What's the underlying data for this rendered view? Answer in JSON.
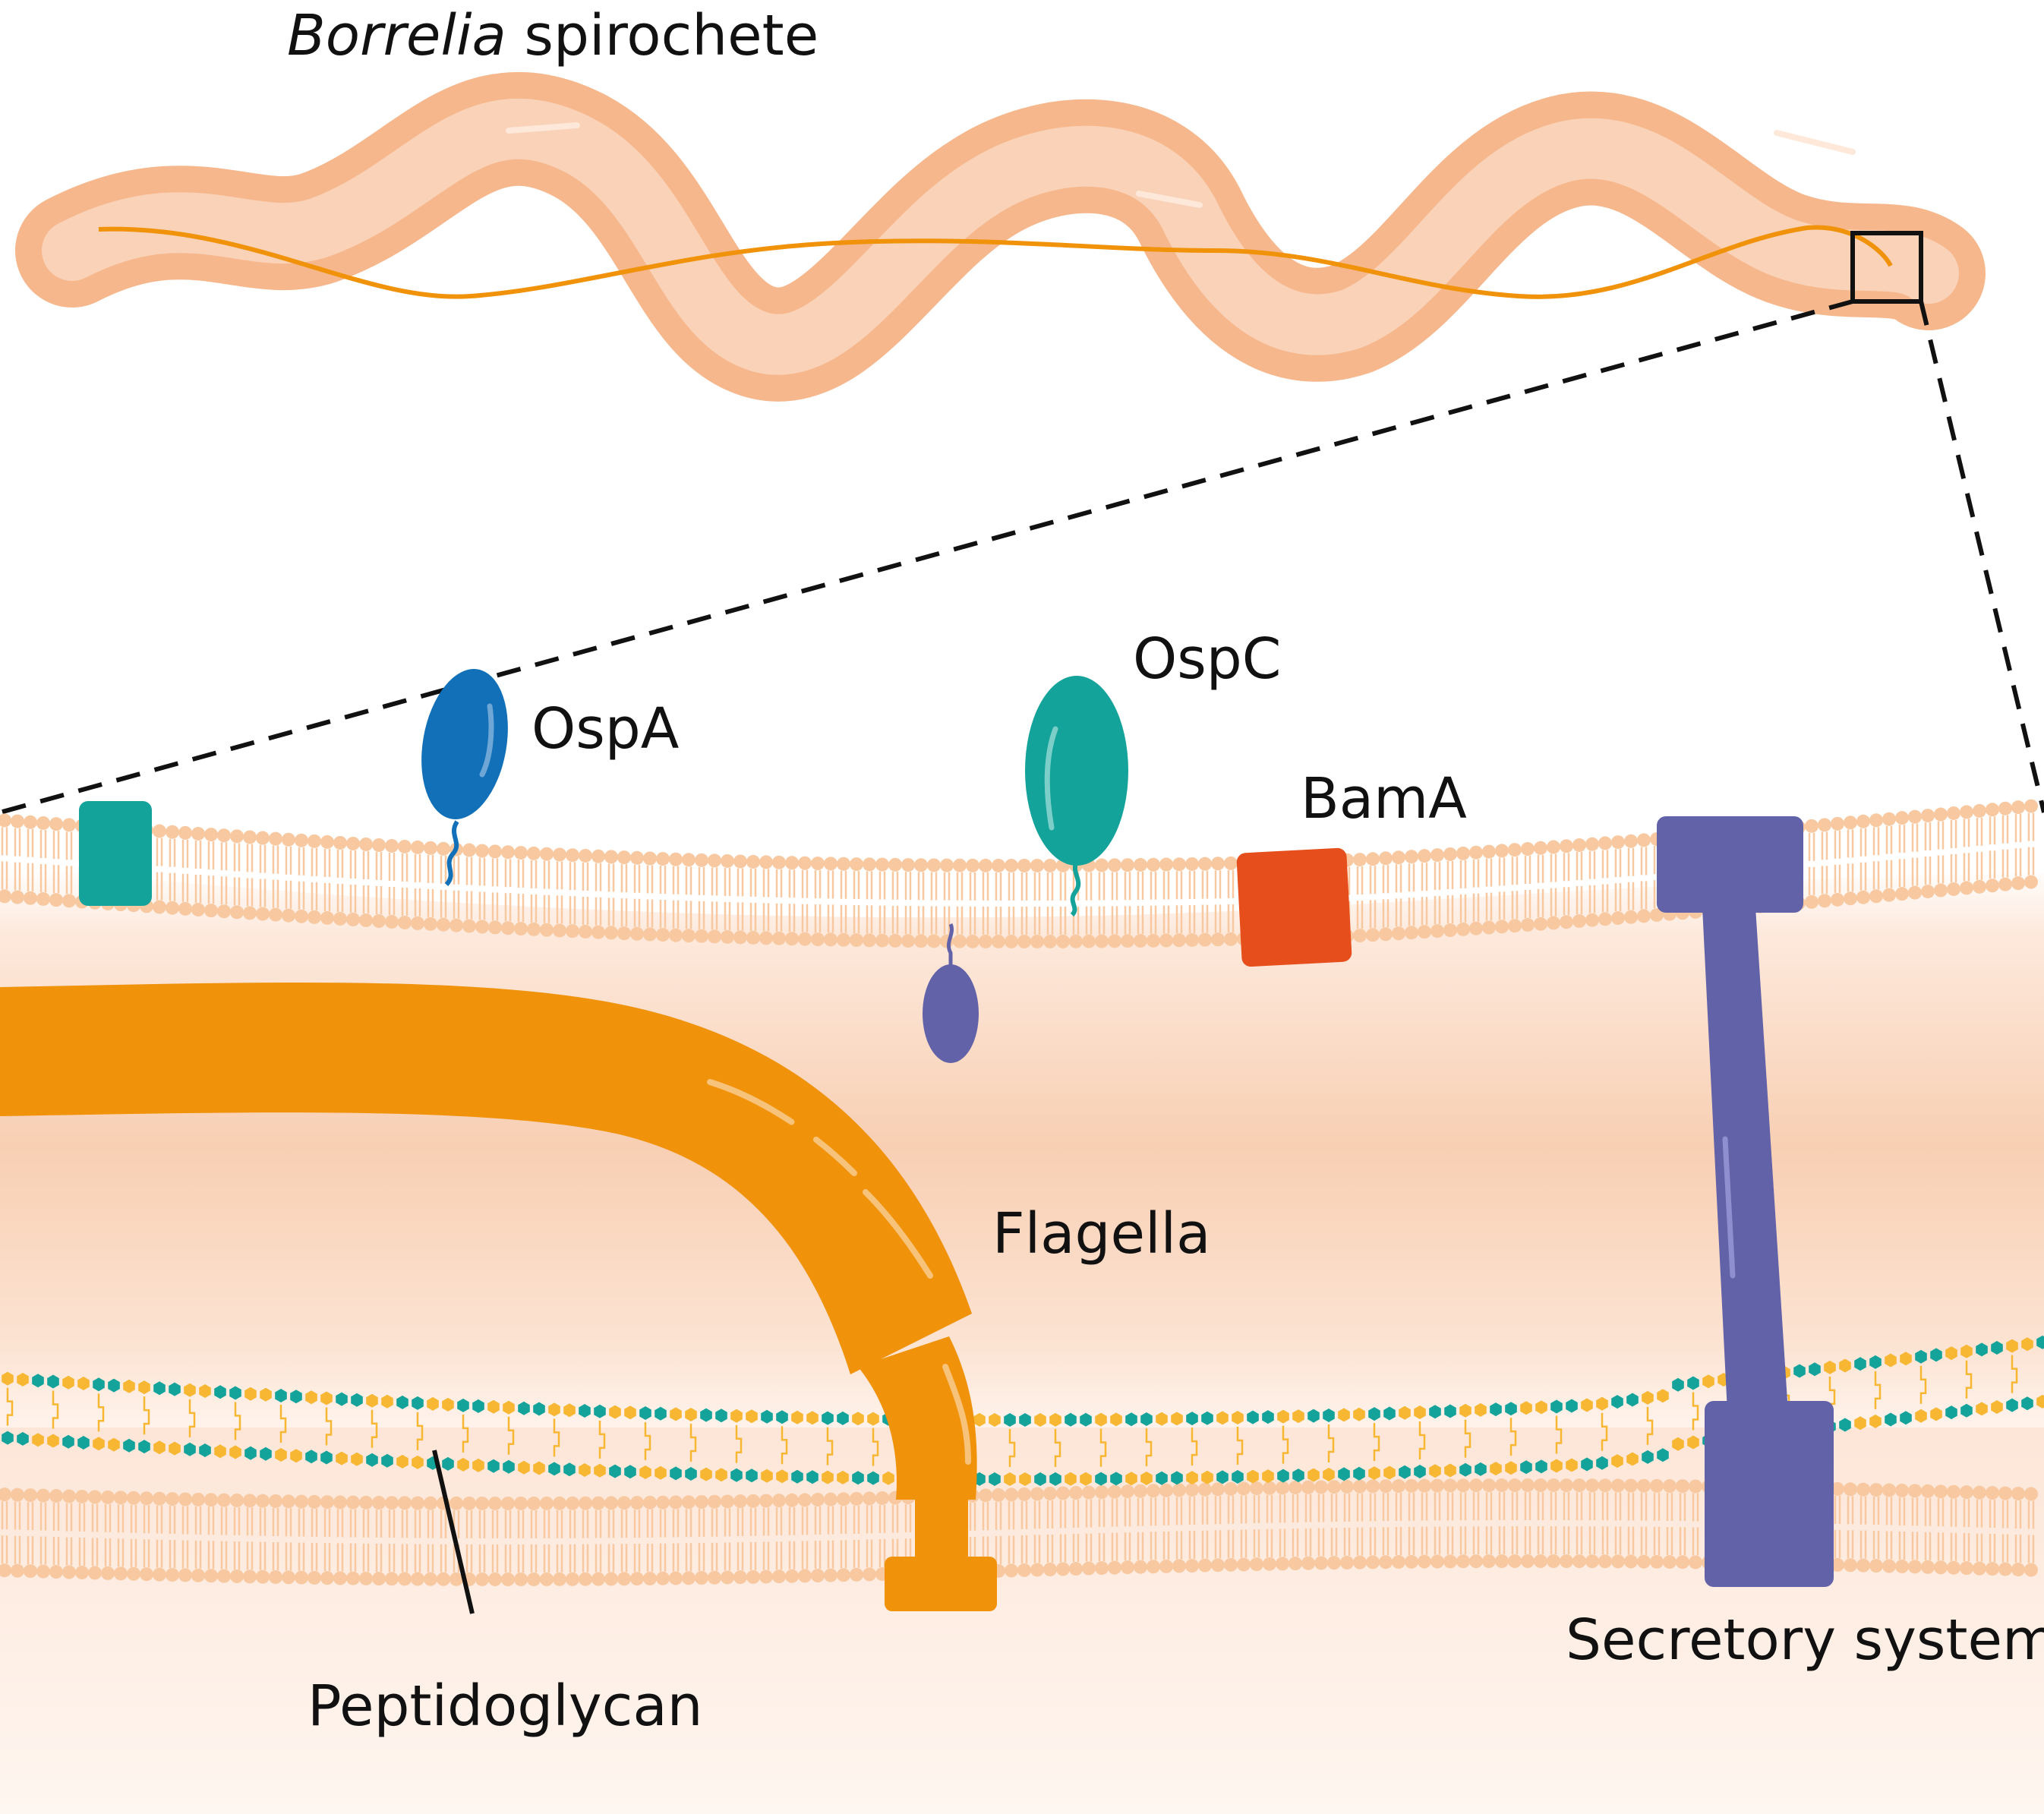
{
  "title": {
    "italic": "Borrelia",
    "rest": " spirochete"
  },
  "labels": {
    "ospa": "OspA",
    "ospc": "OspC",
    "bama": "BamA",
    "flagella": "Flagella",
    "peptidoglycan": "Peptidoglycan",
    "secretory": "Secretory system"
  },
  "colors": {
    "spirochete_outer": "#f6b78c",
    "spirochete_inner": "#f9d2b7",
    "flagellum": "#f0920a",
    "membrane": "#f8c9a1",
    "periplasm_band": "#f9cfb1",
    "ospa": "#1170b8",
    "ospc": "#14a39a",
    "teal_protein": "#14a39a",
    "bama": "#e64e1c",
    "secretory": "#6262a9",
    "small_protein": "#6262a9",
    "pg_teal": "#14a39a",
    "pg_yellow": "#f7b733",
    "zoom_lines": "#111111"
  }
}
